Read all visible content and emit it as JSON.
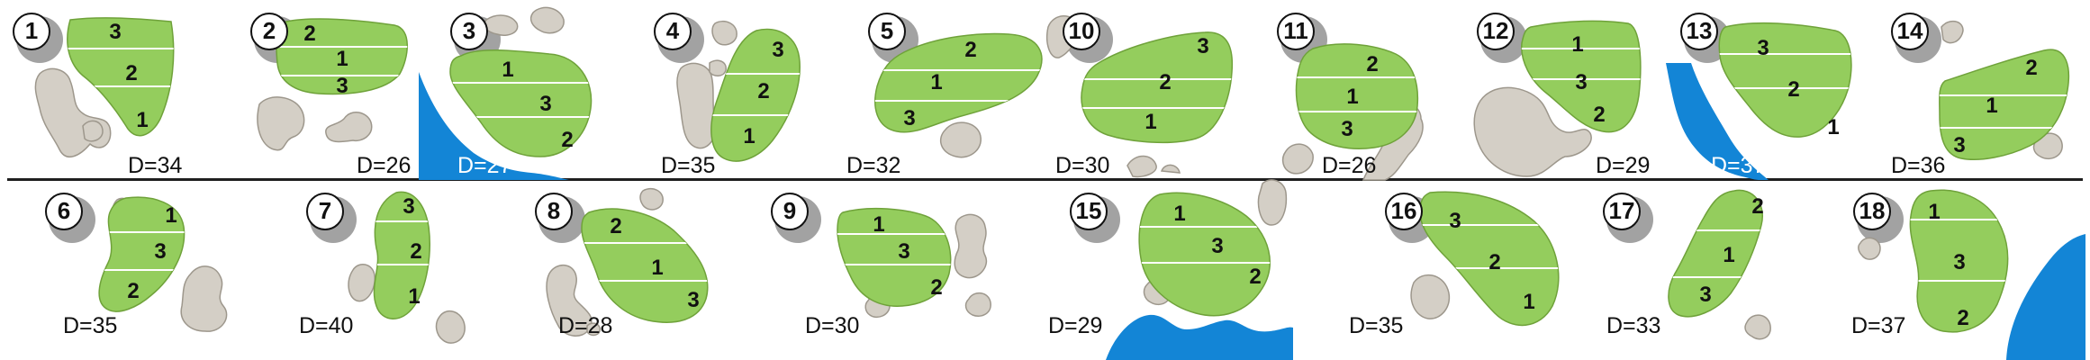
{
  "colors": {
    "green": "#94cd5d",
    "green_edge": "#6fa23a",
    "bunker": "#d4cfc6",
    "bunker_edge": "#9d978c",
    "water": "#1385d6",
    "badge_border": "#111111",
    "divider": "#1f1f1f"
  },
  "holes": [
    {
      "number": "1",
      "distance": "D=34",
      "zones": [
        "3",
        "2",
        "1"
      ]
    },
    {
      "number": "2",
      "distance": "D=26",
      "zones": [
        "2",
        "1",
        "3"
      ]
    },
    {
      "number": "3",
      "distance": "D=27",
      "zones": [
        "1",
        "3",
        "2"
      ]
    },
    {
      "number": "4",
      "distance": "D=35",
      "zones": [
        "3",
        "2",
        "1"
      ]
    },
    {
      "number": "5",
      "distance": "D=32",
      "zones": [
        "2",
        "1",
        "3"
      ]
    },
    {
      "number": "10",
      "distance": "D=30",
      "zones": [
        "3",
        "2",
        "1"
      ]
    },
    {
      "number": "11",
      "distance": "D=26",
      "zones": [
        "2",
        "1",
        "3"
      ]
    },
    {
      "number": "12",
      "distance": "D=29",
      "zones": [
        "1",
        "3",
        "2"
      ]
    },
    {
      "number": "13",
      "distance": "D=37",
      "zones": [
        "3",
        "2",
        "1"
      ]
    },
    {
      "number": "14",
      "distance": "D=36",
      "zones": [
        "2",
        "1",
        "3"
      ]
    },
    {
      "number": "6",
      "distance": "D=35",
      "zones": [
        "1",
        "3",
        "2"
      ]
    },
    {
      "number": "7",
      "distance": "D=40",
      "zones": [
        "3",
        "2",
        "1"
      ]
    },
    {
      "number": "8",
      "distance": "D=28",
      "zones": [
        "2",
        "1",
        "3"
      ]
    },
    {
      "number": "9",
      "distance": "D=30",
      "zones": [
        "1",
        "3",
        "2"
      ]
    },
    {
      "number": "15",
      "distance": "D=29",
      "zones": [
        "1",
        "3",
        "2"
      ]
    },
    {
      "number": "16",
      "distance": "D=35",
      "zones": [
        "3",
        "2",
        "1"
      ]
    },
    {
      "number": "17",
      "distance": "D=33",
      "zones": [
        "2",
        "1",
        "3"
      ]
    },
    {
      "number": "18",
      "distance": "D=37",
      "zones": [
        "1",
        "3",
        "2"
      ]
    }
  ]
}
